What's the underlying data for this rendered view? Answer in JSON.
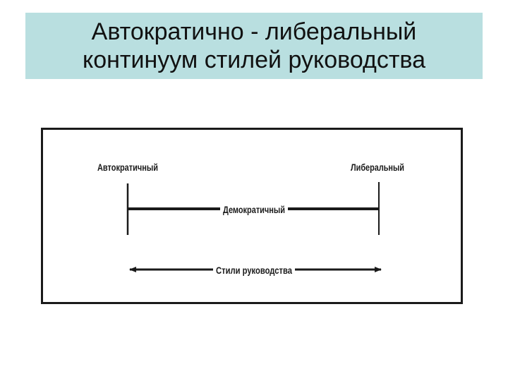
{
  "title": {
    "line1": "Автократично - либеральный",
    "line2": "континуум стилей руководства"
  },
  "diagram": {
    "left_label": "Автократичный",
    "right_label": "Либеральный",
    "middle_label": "Демократичный",
    "bottom_label": "Стили руководства"
  }
}
